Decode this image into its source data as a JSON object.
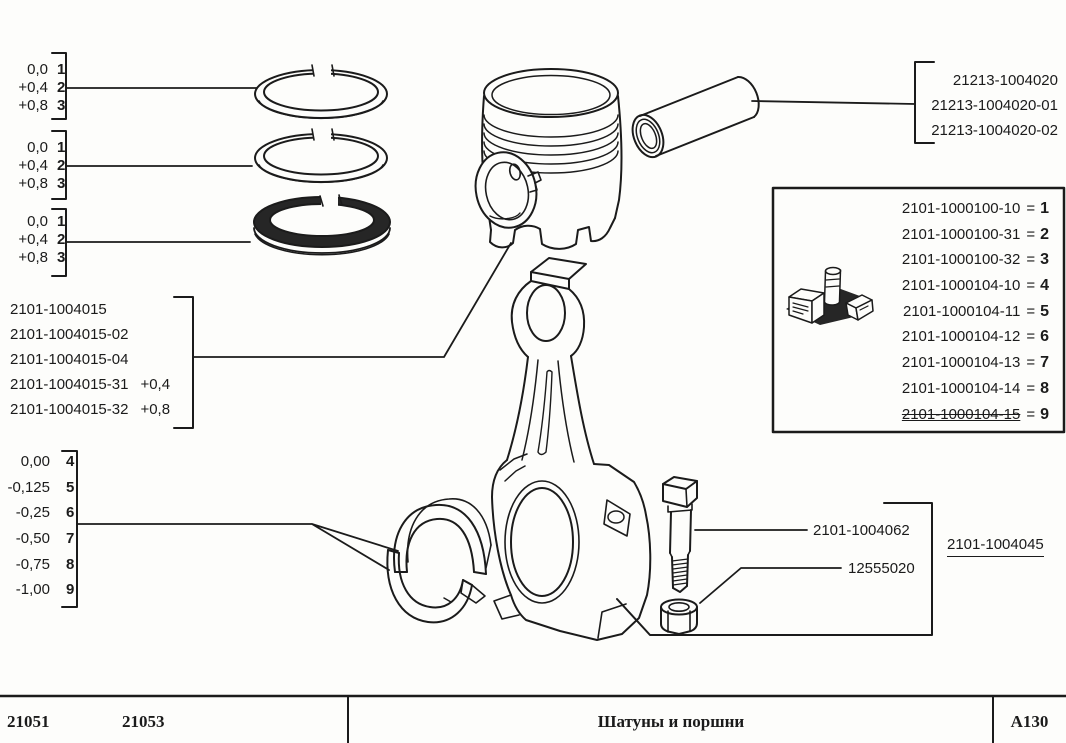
{
  "colors": {
    "background": "#fdfdfb",
    "ink": "#1b1b1b"
  },
  "ring_groups": [
    {
      "rows": [
        {
          "value": "0,0",
          "num": "1"
        },
        {
          "value": "+0,4",
          "num": "2"
        },
        {
          "value": "+0,8",
          "num": "3"
        }
      ]
    },
    {
      "rows": [
        {
          "value": "0,0",
          "num": "1"
        },
        {
          "value": "+0,4",
          "num": "2"
        },
        {
          "value": "+0,8",
          "num": "3"
        }
      ]
    },
    {
      "rows": [
        {
          "value": "0,0",
          "num": "1"
        },
        {
          "value": "+0,4",
          "num": "2"
        },
        {
          "value": "+0,8",
          "num": "3"
        }
      ]
    }
  ],
  "piston_variants": {
    "rows": [
      {
        "number": "2101-1004015",
        "suffix": ""
      },
      {
        "number": "2101-1004015-02",
        "suffix": ""
      },
      {
        "number": "2101-1004015-04",
        "suffix": ""
      },
      {
        "number": "2101-1004015-31",
        "suffix": "+0,4"
      },
      {
        "number": "2101-1004015-32",
        "suffix": "+0,8"
      }
    ]
  },
  "bearing_tolerances": {
    "rows": [
      {
        "value": "0,00",
        "num": "4"
      },
      {
        "value": "-0,125",
        "num": "5"
      },
      {
        "value": "-0,25",
        "num": "6"
      },
      {
        "value": "-0,50",
        "num": "7"
      },
      {
        "value": "-0,75",
        "num": "8"
      },
      {
        "value": "-1,00",
        "num": "9"
      }
    ]
  },
  "pin_variants": {
    "rows": [
      "21213-1004020",
      "21213-1004020-01",
      "21213-1004020-02"
    ]
  },
  "kit_table": {
    "rows": [
      {
        "number": "2101-1000100-10",
        "eq": "=",
        "num": "1"
      },
      {
        "number": "2101-1000100-31",
        "eq": "=",
        "num": "2"
      },
      {
        "number": "2101-1000100-32",
        "eq": "=",
        "num": "3"
      },
      {
        "number": "2101-1000104-10",
        "eq": "=",
        "num": "4"
      },
      {
        "number": "2101-1000104-11",
        "eq": "=",
        "num": "5"
      },
      {
        "number": "2101-1000104-12",
        "eq": "=",
        "num": "6"
      },
      {
        "number": "2101-1000104-13",
        "eq": "=",
        "num": "7"
      },
      {
        "number": "2101-1000104-14",
        "eq": "=",
        "num": "8"
      },
      {
        "number": "2101-1000104-15",
        "eq": "=",
        "num": "9"
      }
    ]
  },
  "callouts": {
    "bolt": "2101-1004062",
    "nut": "12555020",
    "assembly": "2101-1004045"
  },
  "footer": {
    "model_code_1": "21051",
    "model_code_2": "21053",
    "title": "Шатуны и поршни",
    "sheet_code": "A130"
  }
}
